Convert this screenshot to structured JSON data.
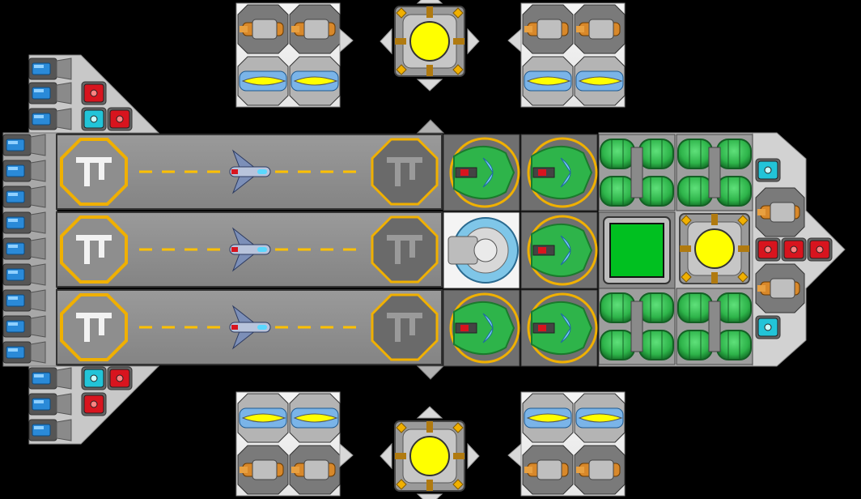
{
  "game": {
    "view": "ship-builder-top-down",
    "background_color": "#000000"
  },
  "colors": {
    "hull_light": "#c8c8c8",
    "hull_panel": "#9a9a9a",
    "deck": "#8c8c8c",
    "deck_dark": "#6e6e6e",
    "yellow_accent": "#f0b000",
    "dash_yellow": "#ffc000",
    "green_module": "#2eb44a",
    "green_dark": "#1a7a2c",
    "cyan_module": "#22c4d8",
    "red_module": "#d8141e",
    "blue_thruster": "#2a8ad8",
    "orange_gun": "#d8882a",
    "core_yellow": "#ffff00",
    "screen_green": "#00c020"
  },
  "ship": {
    "hangar_bays": 3,
    "fighters_docked": 3,
    "bay_marking_glyph": "Π",
    "side_turret_pods": 4,
    "reactor_cores": 3,
    "weapon_emplacements": 5,
    "fuel_tank_clusters": 4,
    "control_screens": 1,
    "module_icons": [
      "hangar-pad-icon",
      "fighter-icon",
      "reactor-core-icon",
      "green-gun-icon",
      "orange-cannon-icon",
      "yellow-missile-icon",
      "fuel-tank-icon",
      "thruster-icon",
      "red-block-icon",
      "cyan-block-icon",
      "control-screen-icon",
      "radar-dish-icon"
    ]
  }
}
